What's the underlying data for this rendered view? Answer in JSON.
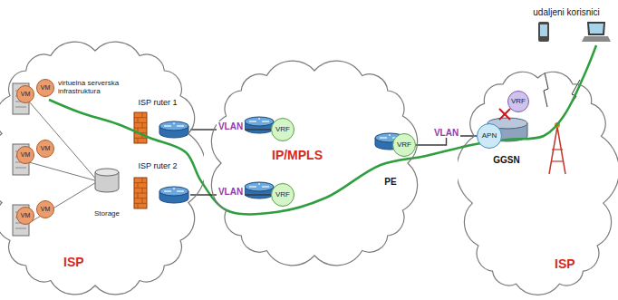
{
  "diagram": {
    "nodes": [
      {
        "text": [
          "ISP"
        ]
      },
      {
        "text": [
          "VM"
        ],
        "in": 0
      },
      {
        "text": [
          "VM"
        ],
        "in": 0
      },
      {
        "text": [
          "VM"
        ],
        "in": 0
      },
      {
        "text": [
          "VM"
        ],
        "in": 0
      },
      {
        "text": [
          "VM"
        ],
        "in": 0
      },
      {
        "text": [
          "VM"
        ],
        "in": 0
      },
      {
        "text": [
          "Storage"
        ],
        "in": 0
      },
      {
        "text": [
          "ISP ruter 1"
        ],
        "in": 0
      },
      {
        "text": [
          "ISP ruter 2"
        ],
        "in": 0
      },
      {
        "text": [
          "IP/MPLS"
        ]
      },
      {
        "text": [
          "VRF"
        ],
        "in": 10
      },
      {
        "text": [
          "VRF"
        ],
        "in": 10
      },
      {
        "text": [
          "VRF"
        ],
        "in": 10
      },
      {
        "text": [
          "ISP"
        ]
      },
      {
        "text": [
          "GGSN"
        ],
        "in": 14
      },
      {
        "text": [
          "APN"
        ],
        "in": 15
      },
      {
        "text": [
          "VRF"
        ],
        "in": 15
      }
    ],
    "edges": [
      {
        "from": 8,
        "to": 11,
        "label": "VLAN",
        "arrow": "none"
      },
      {
        "from": 9,
        "to": 12,
        "label": "VLAN",
        "arrow": "none"
      },
      {
        "from": 13,
        "to": 16,
        "label": "VLAN",
        "arrow": "none"
      }
    ],
    "labels": [
      "virtuelna serverska infrastruktura",
      "PE",
      "udaljeni korisnici"
    ]
  }
}
